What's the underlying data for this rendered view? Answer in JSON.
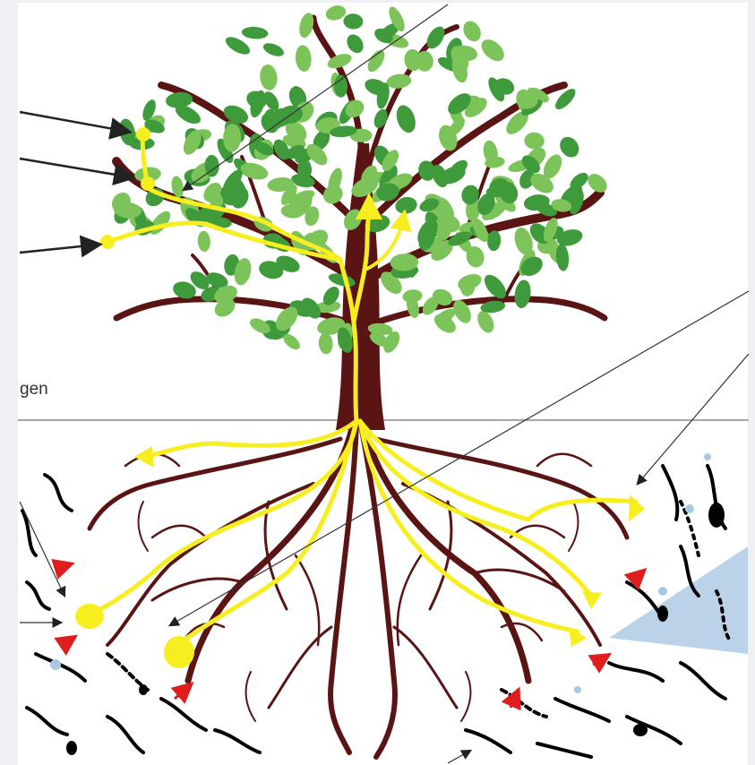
{
  "diagram": {
    "cut_label": "gen",
    "colors": {
      "trunk": "#5a1414",
      "leaf": "#7cc45a",
      "leaf_dark": "#3e9a3a",
      "flow": "#f7ee1f",
      "soil_particle": "#000000",
      "uptake_arrow": "#e01c1c",
      "water": "#aac8e4",
      "pointer": "#333333",
      "ground_line": "#888888"
    },
    "elements": {
      "tree": "tree-icon",
      "flow_paths": "transport-arrows",
      "uptake_arrows": "red-arrow-icon",
      "soil": "soil-particles"
    }
  }
}
